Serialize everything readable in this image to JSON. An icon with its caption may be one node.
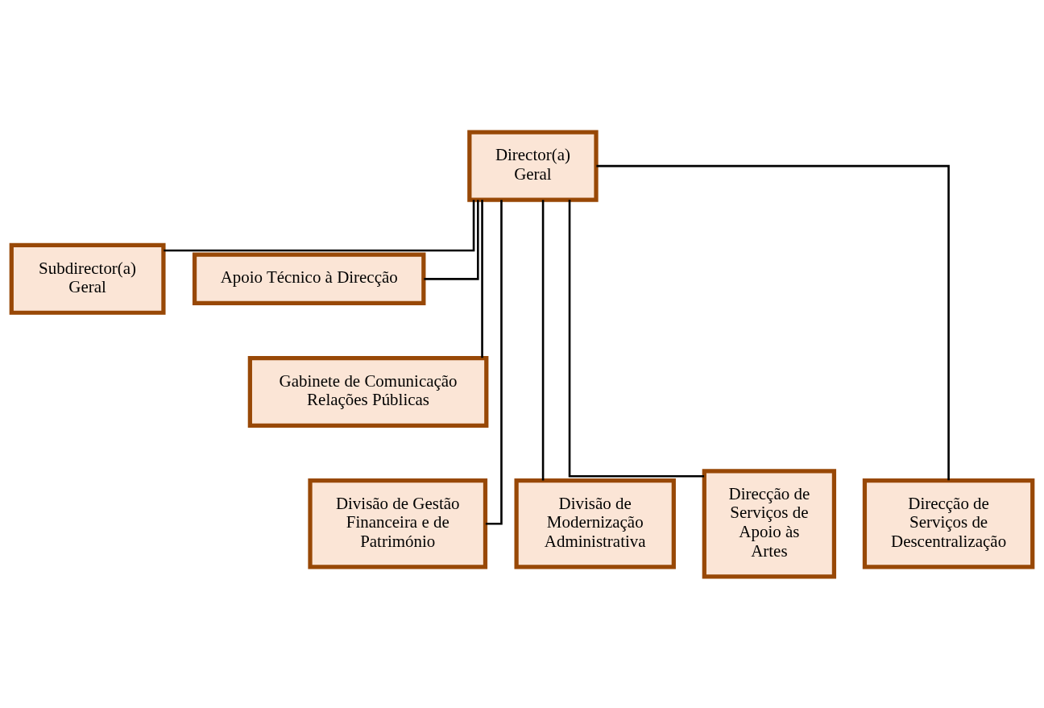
{
  "diagram": {
    "nodes": [
      {
        "text": [
          "Director(a) Geral"
        ]
      },
      {
        "text": [
          "Subdirector(a) Geral"
        ]
      },
      {
        "text": [
          "Apoio Técnico à Direcção"
        ]
      },
      {
        "text": [
          "Gabinete de Comunicação Relações Públicas"
        ]
      },
      {
        "text": [
          "Divisão de Gestão Financeira e de Património"
        ]
      },
      {
        "text": [
          "Divisão de Modernização Administrativa"
        ]
      },
      {
        "text": [
          "Direcção de Serviços de Apoio às Artes"
        ]
      },
      {
        "text": [
          "Direcção de Serviços de Descentralização"
        ]
      }
    ],
    "edges": [
      {
        "from": 0,
        "to": 1,
        "arrow": "none"
      },
      {
        "from": 0,
        "to": 2,
        "arrow": "none"
      },
      {
        "from": 0,
        "to": 3,
        "arrow": "none"
      },
      {
        "from": 0,
        "to": 4,
        "arrow": "none"
      },
      {
        "from": 0,
        "to": 5,
        "arrow": "none"
      },
      {
        "from": 0,
        "to": 6,
        "arrow": "none"
      },
      {
        "from": 0,
        "to": 7,
        "arrow": "none"
      }
    ]
  }
}
